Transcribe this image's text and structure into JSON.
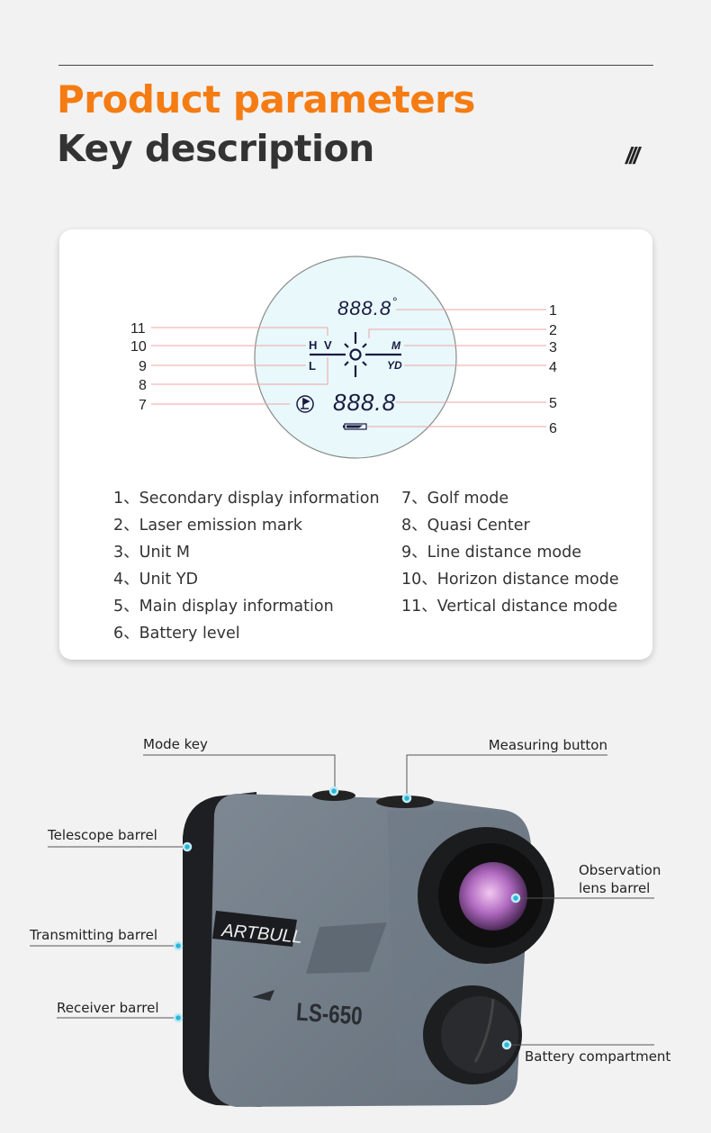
{
  "header": {
    "title": "Product parameters",
    "subtitle": "Key description",
    "decoration": "///",
    "accent_color": "#f57c13"
  },
  "display_diagram": {
    "secondary_readout": "888.8",
    "degree_symbol": "°",
    "main_readout": "888.8",
    "mode_h": "H",
    "mode_v": "V",
    "mode_l": "L",
    "unit_m": "M",
    "unit_yd": "YD",
    "golf_icon": "golf-flag-icon",
    "battery_icon": "battery-icon",
    "callouts": [
      "1",
      "2",
      "3",
      "4",
      "5",
      "6",
      "7",
      "8",
      "9",
      "10",
      "11"
    ]
  },
  "legend": {
    "left": [
      "1、Secondary display information",
      "2、Laser emission mark",
      "3、Unit M",
      "4、Unit YD",
      "5、Main display information",
      "6、Battery level"
    ],
    "right": [
      "7、Golf mode",
      "8、Quasi Center",
      "9、Line distance mode",
      "10、Horizon distance mode",
      "11、Vertical distance mode"
    ]
  },
  "device": {
    "brand": "ARTBULL",
    "model": "LS-650",
    "labels": {
      "mode_key": "Mode key",
      "measuring_button": "Measuring button",
      "telescope_barrel": "Telescope barrel",
      "transmitting_barrel": "Transmitting barrel",
      "receiver_barrel": "Receiver barrel",
      "observation_line1": "Observation",
      "observation_line2": "lens barrel",
      "battery_compartment": "Battery compartment"
    },
    "marker_color": "#29b6d8"
  }
}
